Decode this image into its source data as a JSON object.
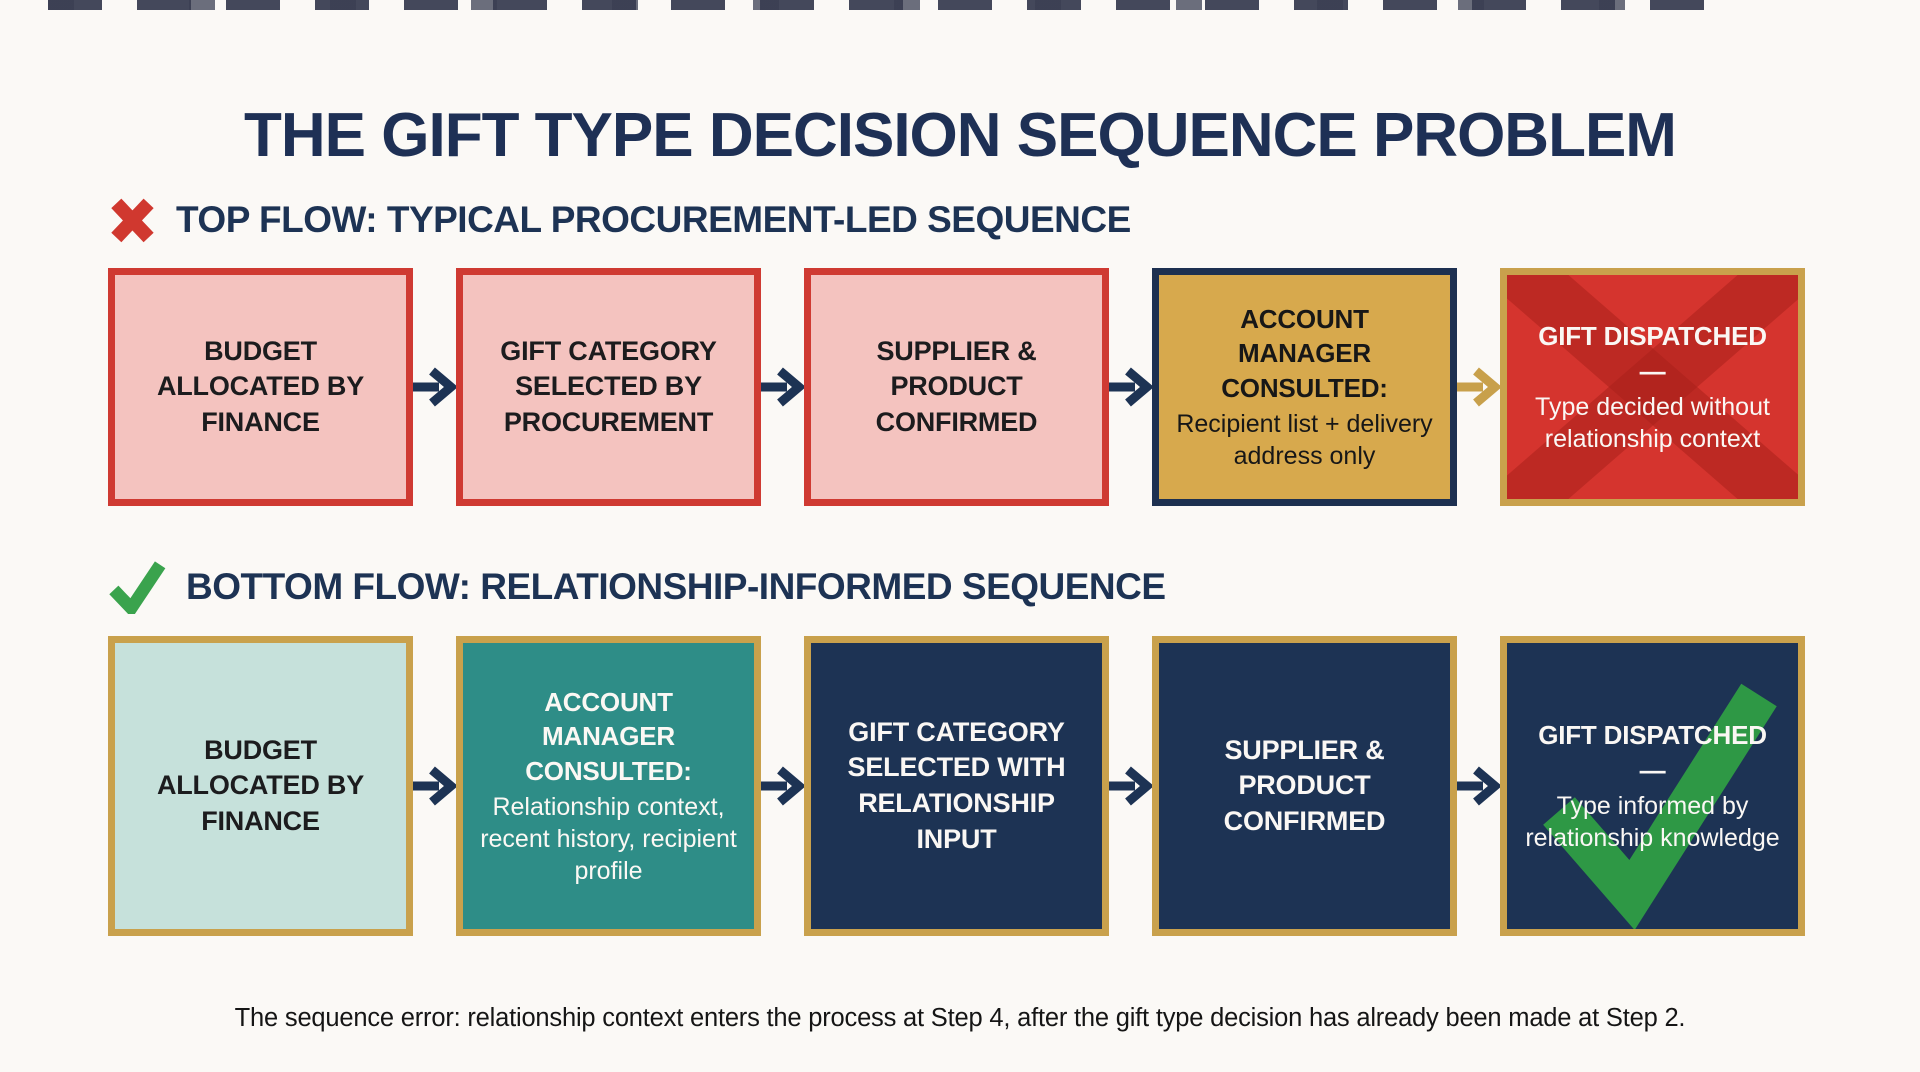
{
  "page": {
    "title": "THE GIFT TYPE DECISION SEQUENCE PROBLEM",
    "caption": "The sequence error: relationship context enters the process at Step 4, after the gift type decision has already been made at Step 2."
  },
  "icons": {
    "top_flow_marker": "x-icon",
    "bottom_flow_marker": "check-icon",
    "step_connector": "arrow-right-icon",
    "fail_overlay": "x-watermark",
    "success_overlay": "check-watermark"
  },
  "colors": {
    "background": "#FBF9F6",
    "navy": "#1D3354",
    "red": "#D0382F",
    "pink_fill": "#F4C3BF",
    "red_fill": "#D5342E",
    "gold_border": "#C9A14C",
    "gold_fill": "#D7A94D",
    "teal_fill": "#2E8D87",
    "mint_fill": "#C6E1DB",
    "green": "#35A24A",
    "white_text": "#FAF7F4",
    "dark_text": "#1C1C1E"
  },
  "top_flow": {
    "heading": "TOP FLOW: TYPICAL PROCUREMENT-LED SEQUENCE",
    "steps": [
      {
        "title": "BUDGET ALLOCATED BY FINANCE"
      },
      {
        "title": "GIFT CATEGORY SELECTED BY PROCUREMENT"
      },
      {
        "title": "SUPPLIER & PRODUCT CONFIRMED"
      },
      {
        "title": "ACCOUNT MANAGER CONSULTED:",
        "subtitle": "Recipient list + delivery address only"
      },
      {
        "title": "GIFT DISPATCHED —",
        "subtitle": "Type decided without relationship context"
      }
    ]
  },
  "bottom_flow": {
    "heading": "BOTTOM FLOW: RELATIONSHIP-INFORMED SEQUENCE",
    "steps": [
      {
        "title": "BUDGET ALLOCATED BY FINANCE"
      },
      {
        "title": "ACCOUNT MANAGER CONSULTED:",
        "subtitle": "Relationship context, recent history, recipient profile"
      },
      {
        "title": "GIFT CATEGORY SELECTED WITH RELATIONSHIP INPUT"
      },
      {
        "title": "SUPPLIER & PRODUCT CONFIRMED"
      },
      {
        "title": "GIFT DISPATCHED —",
        "subtitle": "Type informed by relationship knowledge"
      }
    ]
  }
}
